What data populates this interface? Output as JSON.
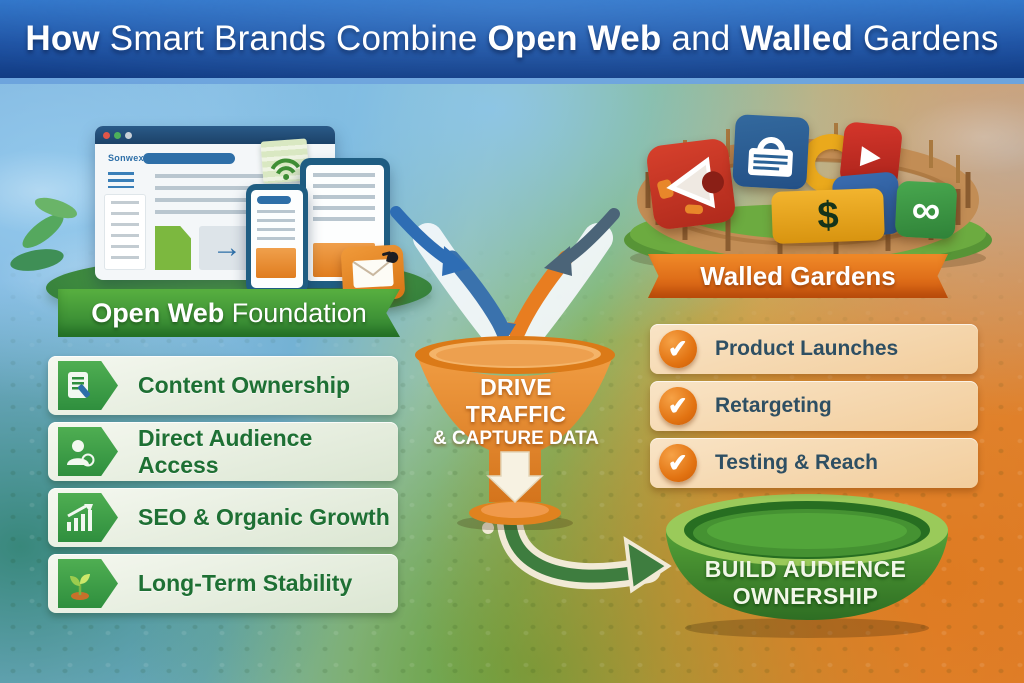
{
  "header": {
    "title": {
      "b1": "How",
      "r1": " Smart Brands Combine ",
      "b2": "Open Web",
      "r2": " and ",
      "b3": "Walled",
      "r3": " Gardens"
    }
  },
  "open_web": {
    "browser_brand": "Sonwex",
    "browser_arrow_glyph": "→",
    "banner": {
      "bold": "Open Web",
      "rest": " Foundation"
    },
    "items": [
      {
        "label": "Content Ownership"
      },
      {
        "label": "Direct Audience Access"
      },
      {
        "label": "SEO & Organic Growth"
      },
      {
        "label": "Long-Term Stability"
      }
    ]
  },
  "funnel": {
    "line1": "DRIVE TRAFFIC",
    "line2": "& CAPTURE DATA"
  },
  "walled_gardens": {
    "banner": "Walled Gardens",
    "check_glyph": "✔",
    "dollar_glyph": "$",
    "play_glyph": "▶",
    "back_glyph": "◀",
    "infinity_glyph": "∞",
    "items": [
      {
        "label": "Product Launches"
      },
      {
        "label": "Retargeting"
      },
      {
        "label": "Testing & Reach"
      }
    ]
  },
  "bowl": {
    "line1": "BUILD AUDIENCE",
    "line2": "OWNERSHIP"
  },
  "colors": {
    "header_blue": "#1d51a2",
    "open_web_green": "#3f9e3f",
    "walled_orange": "#e8741c",
    "left_card_text": "#1e7034",
    "right_card_text": "#2e4f63"
  }
}
